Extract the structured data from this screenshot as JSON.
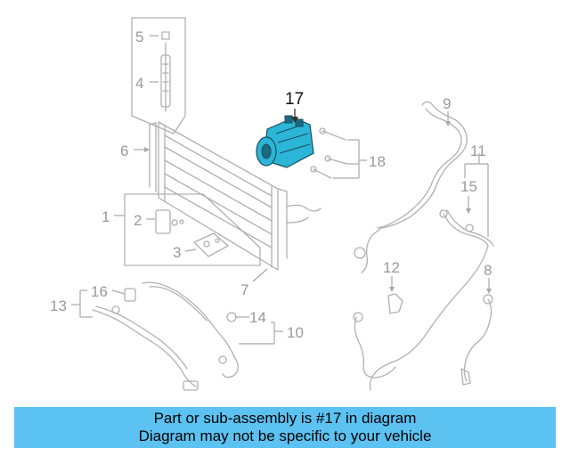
{
  "callouts": {
    "c1": "1",
    "c2": "2",
    "c3": "3",
    "c4": "4",
    "c5": "5",
    "c6": "6",
    "c7": "7",
    "c8": "8",
    "c9": "9",
    "c10": "10",
    "c11": "11",
    "c12": "12",
    "c13": "13",
    "c14": "14",
    "c15": "15",
    "c16": "16",
    "c17": "17",
    "c18": "18"
  },
  "highlight_color": "#2bb5d6",
  "banner": {
    "line1": "Part or sub-assembly is #17 in diagram",
    "line2": "Diagram may not be specific to your vehicle"
  }
}
